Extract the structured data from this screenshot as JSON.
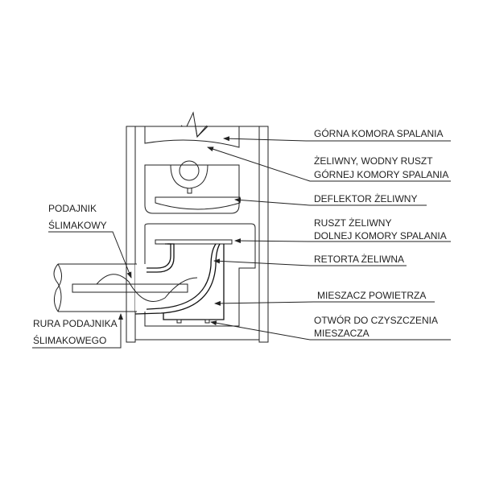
{
  "title": "Schemat kotła retortowego",
  "labels": {
    "upper_chamber": "GÓRNA KOMORA SPALANIA",
    "water_grate_1": "ŻELIWNY, WODNY RUSZT",
    "water_grate_2": "GÓRNEJ KOMORY SPALANIA",
    "deflector": "DEFLEKTOR ŻELIWNY",
    "lower_grate_1": "RUSZT ŻELIWNY",
    "lower_grate_2": "DOLNEJ KOMORY SPALANIA",
    "retort": "RETORTA ŻELIWNA",
    "air_mixer": "MIESZACZ POWIETRZA",
    "cleaning_hole_1": "OTWÓR DO CZYSZCZENIA",
    "cleaning_hole_2": "MIESZACZA",
    "screw_feeder_1": "PODAJNIK",
    "screw_feeder_2": "ŚLIMAKOWY",
    "feeder_pipe_1": "RURA PODAJNIKA",
    "feeder_pipe_2": "ŚLIMAKOWEGO"
  },
  "colors": {
    "line": "#222222",
    "background": "#ffffff"
  }
}
